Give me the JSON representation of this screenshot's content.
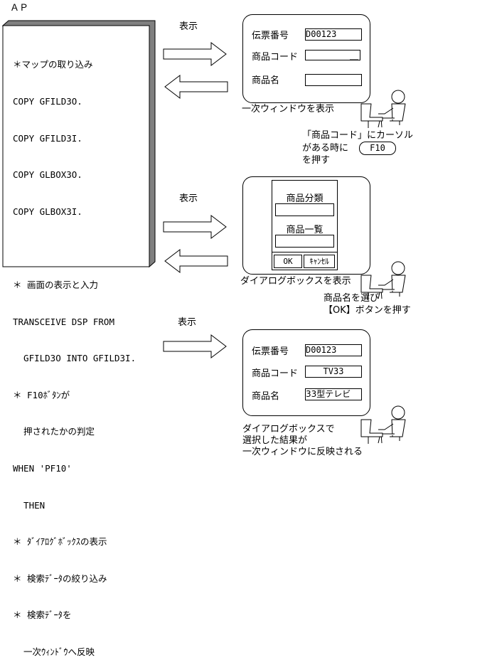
{
  "ap": {
    "title": "ＡＰ",
    "code_lines": [
      "＊マップの取り込み",
      "COPY GFILD3O.",
      "COPY GFILD3I.",
      "COPY GLBOX3O.",
      "COPY GLBOX3I.",
      "",
      "＊ 画面の表示と入力",
      "TRANSCEIVE DSP FROM",
      "  GFILD3O INTO GFILD3I.",
      "＊ F10ﾎﾞﾀﾝが",
      "  押されたかの判定",
      "WHEN 'PF10'",
      "  THEN",
      "＊ ﾀﾞｲｱﾛｸﾞﾎﾞｯｸｽの表示",
      "＊ 検索ﾃﾞｰﾀの絞り込み",
      "＊ 検索ﾃﾞｰﾀを",
      "  一次ｳｨﾝﾄﾞｳへ反映"
    ]
  },
  "arrows": {
    "label_1": "表示",
    "label_2": "表示",
    "label_3": "表示"
  },
  "window1": {
    "label_slip": "伝票番号",
    "value_slip": "D00123",
    "label_code": "商品コード",
    "value_code": "＿",
    "label_name": "商品名",
    "value_name": "",
    "caption": "一次ウィンドウを表示"
  },
  "instruction": {
    "line1": "「商品コード」にカーソル",
    "line2": "がある時に",
    "key": "F10",
    "line3": "を押す"
  },
  "dialog": {
    "label_category": "商品分類",
    "label_list": "商品一覧",
    "ok_label": "OK",
    "cancel_label": "ｷｬﾝｾﾙ",
    "caption": "ダイアログボックスを表示",
    "note_line1": "商品名を選び",
    "note_line2": "【OK】ボタンを押す"
  },
  "window2": {
    "label_slip": "伝票番号",
    "value_slip": "D00123",
    "label_code": "商品コード",
    "value_code": "TV33",
    "label_name": "商品名",
    "value_name": "33型テレビ",
    "caption_line1": "ダイアログボックスで",
    "caption_line2": "選択した結果が",
    "caption_line3": "一次ウィンドウに反映される"
  }
}
